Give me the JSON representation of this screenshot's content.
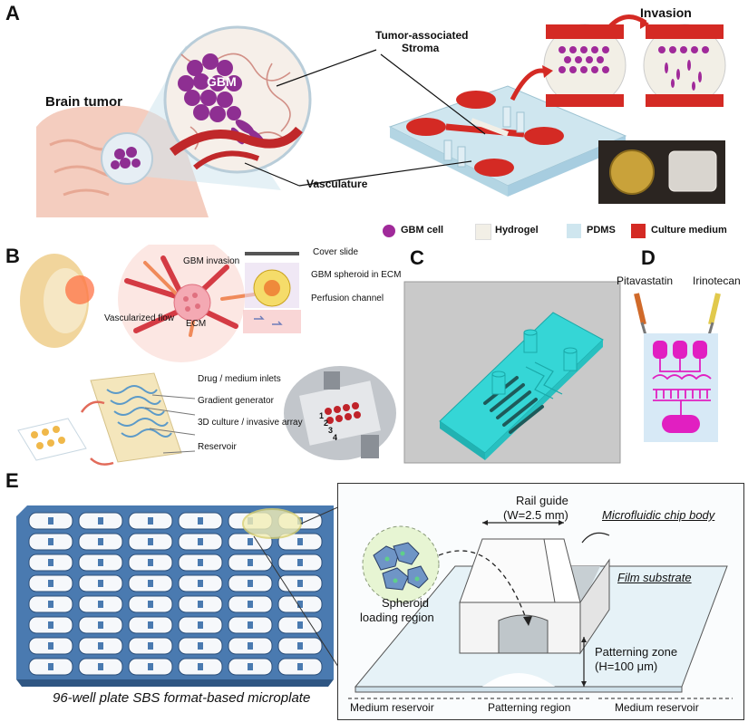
{
  "panel_labels": {
    "a": "A",
    "b": "B",
    "c": "C",
    "d": "D",
    "e": "E"
  },
  "panel_a": {
    "brain_tumor": "Brain tumor",
    "gbm": "GBM",
    "stroma_line1": "Tumor-associated",
    "stroma_line2": "Stroma",
    "vasculature": "Vasculature",
    "invasion": "Invasion",
    "legend": [
      {
        "label": "GBM cell",
        "color": "#a02a9a"
      },
      {
        "label": "Hydrogel",
        "color": "#f2efe6"
      },
      {
        "label": "PDMS",
        "color": "#cfe6ef"
      },
      {
        "label": "Culture medium",
        "color": "#d42a24"
      }
    ]
  },
  "panel_b": {
    "gbm_invasion": "GBM invasion",
    "vascularized_flow": "Vascularized flow",
    "ecm": "ECM",
    "cover_slide": "Cover slide",
    "spheroid_in_ecm": "GBM spheroid in ECM",
    "perfusion_channel": "Perfusion channel",
    "drug_inlets": "Drug / medium inlets",
    "gradient_generator": "Gradient generator",
    "culture_array": "3D culture / invasive array",
    "reservoir": "Reservoir",
    "numbers": [
      "1",
      "2",
      "3",
      "4"
    ]
  },
  "panel_d": {
    "drug1": "Pitavastatin",
    "drug2": "Irinotecan"
  },
  "panel_e": {
    "plate_caption": "96-well plate SBS format-based microplate",
    "rail_guide": "Rail guide",
    "rail_width": "(W=2.5 mm)",
    "chip_body": "Microfluidic chip body",
    "film_substrate": "Film substrate",
    "spheroid_line1": "Spheroid",
    "spheroid_line2": "loading region",
    "patterning_zone": "Patterning zone",
    "patterning_height": "(H=100 μm)",
    "bottom_left": "Medium reservoir",
    "bottom_mid": "Patterning region",
    "bottom_right": "Medium reservoir"
  },
  "colors": {
    "culture_medium": "#d42a24",
    "gbm_purple": "#8e2f92",
    "pdms": "#cfe6ef",
    "chip_cyan": "#35d6d6",
    "plate_blue": "#4a7ab0"
  }
}
